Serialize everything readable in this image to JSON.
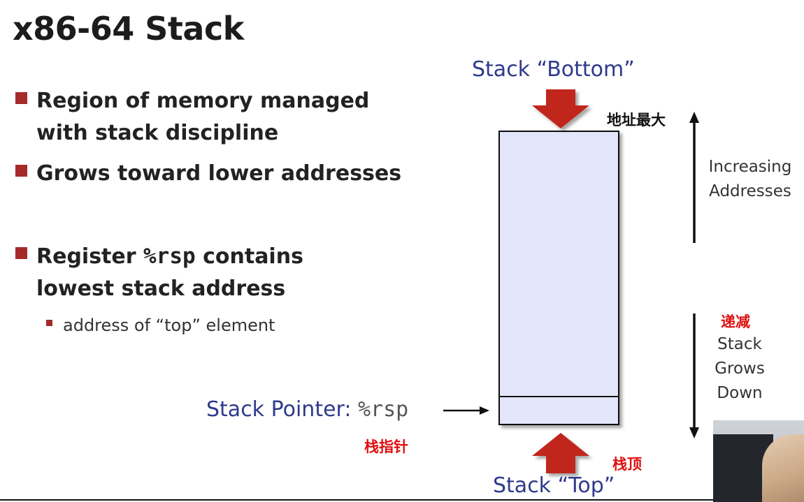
{
  "slide": {
    "title": "x86-64 Stack",
    "bullets": [
      {
        "text": "Region of memory managed with stack discipline"
      },
      {
        "text": "Grows toward lower addresses"
      },
      {
        "prefix": "Register ",
        "code": "%rsp",
        "suffix": " contains lowest  stack address"
      }
    ],
    "sub_bullet": "address of “top” element"
  },
  "diagram": {
    "bottom_label": "Stack “Bottom”",
    "top_label": "Stack “Top”",
    "pointer_label_prefix": "Stack Pointer: ",
    "pointer_label_code": "%rsp",
    "increasing_line1": "Increasing",
    "increasing_line2": "Addresses",
    "grows_line1": "Stack",
    "grows_line2": "Grows",
    "grows_line3": "Down"
  },
  "annotations": {
    "max_address": "地址最大",
    "decreasing": "递减",
    "stack_pointer": "栈指针",
    "stack_top": "栈顶"
  },
  "colors": {
    "title_text": "#1c1c1c",
    "bullet_marker": "#a52a2a",
    "diagram_label": "#2e3a8c",
    "stack_fill": "#e3e5fb",
    "red_arrow": "#c0281e",
    "annotation_red": "#e01010",
    "annotation_black": "#111111"
  }
}
